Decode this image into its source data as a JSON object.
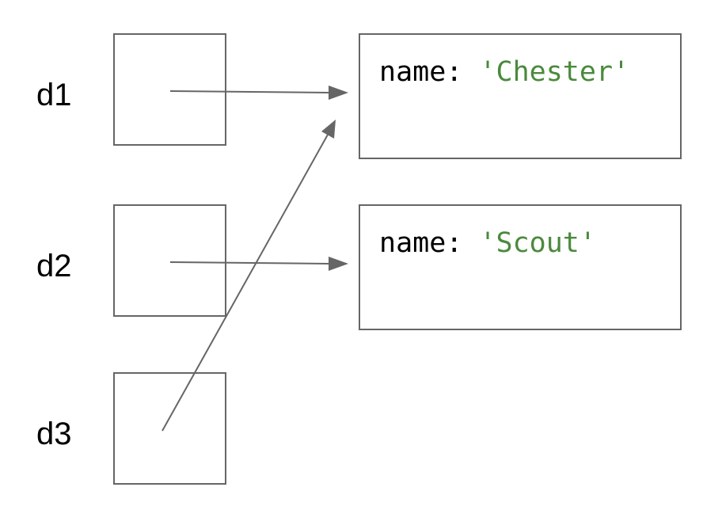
{
  "variables": [
    {
      "label": "d1"
    },
    {
      "label": "d2"
    },
    {
      "label": "d3"
    }
  ],
  "objects": [
    {
      "key": "name",
      "separator": ": ",
      "value": "'Chester'"
    },
    {
      "key": "name",
      "separator": ": ",
      "value": "'Scout'"
    }
  ],
  "references": [
    {
      "from": "d1",
      "to": "object-1"
    },
    {
      "from": "d2",
      "to": "object-2"
    },
    {
      "from": "d3",
      "to": "object-1"
    }
  ],
  "colors": {
    "border": "#666666",
    "arrow": "#666666",
    "string_value": "#4a8a3c",
    "text": "#000000"
  }
}
